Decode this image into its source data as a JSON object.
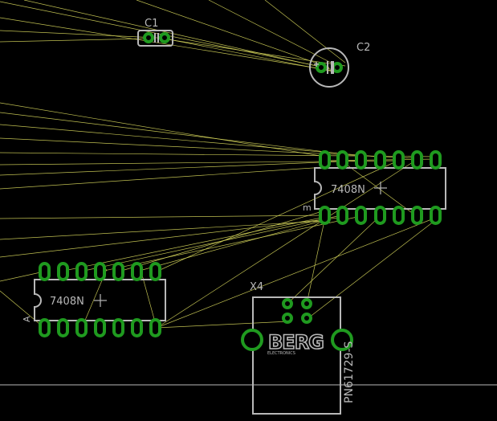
{
  "colors": {
    "background": "#000000",
    "silkscreen": "#b8b8b8",
    "pad": "#1f9a1f",
    "ratsnest": "#d4d45a"
  },
  "components": {
    "c1": {
      "name": "C1"
    },
    "c2": {
      "name": "C2"
    },
    "ic1": {
      "value": "7408N",
      "pin1_mark": "m"
    },
    "ic2": {
      "value": "7408N",
      "pin1_mark": "A"
    },
    "x4": {
      "name": "X4",
      "logo": "BERG",
      "logo_sub": "ELECTRONICS",
      "part": "PN61729-S"
    }
  }
}
